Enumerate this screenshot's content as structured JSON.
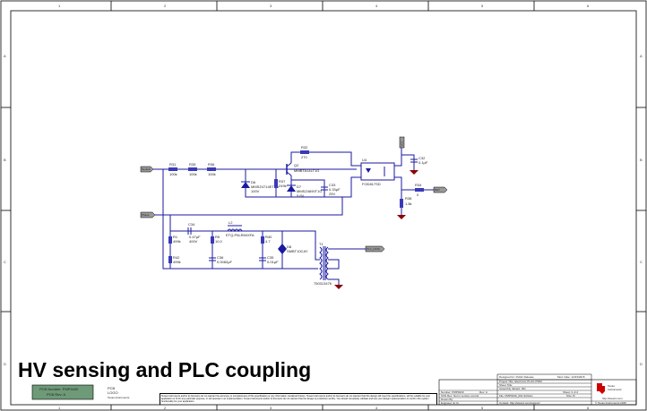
{
  "sheet": {
    "title": "HV sensing and PLC coupling",
    "columns": [
      "1",
      "2",
      "3",
      "4",
      "5",
      "6"
    ],
    "rows": [
      "A",
      "B",
      "C",
      "D"
    ],
    "pcb_number": "PCB Number: PMP9430",
    "pcb_rev": "PCB Rev: A",
    "logo_line1": "PCB",
    "logo_line2": "LOGO",
    "logo_line3": "Texas Instruments",
    "disclaimer": "Texas Instruments and/or its licensors do not warrant the accuracy or completeness of this specification or any information contained therein. Texas Instruments and/or its licensors do not warrant that this design will meet the specifications, will be suitable for your application or fit for any particular purpose, or will operate in an implementation. Texas Instruments and/or its licensors do not warrant that the design is production worthy. You should completely validate and test your design implementation to confirm the system functionality for your application.",
    "colors": {
      "wire": "#1a1aa0",
      "component": "#1a1aa0",
      "pcb_box": "#6e9a78",
      "ground": "#8b0000"
    }
  },
  "title_block": {
    "designed_for": "Designed for: Public Release",
    "mod_date": "Mod. Date: 12/23/2015",
    "project_title": "Project Title: Electronic PLUG PWM",
    "number": "Number: PMP9430",
    "rev": "Rev: A",
    "sheet_title": "Sheet Title:",
    "svn_rev": "SVN Rev: Not in version control",
    "assembly_variant": "Assembly Variant: 001",
    "sheet": "Sheet: 2 of 2",
    "drawn_by": "Drawn By:",
    "file": "File: PMP9430_001.SchDoc",
    "size": "Size: B",
    "engineer": "Engineer: E.Yu",
    "contact": "Contact: http://www.ti.com/support",
    "brand1": "Texas",
    "brand2": "Instruments",
    "url": "http://www.ti.com",
    "copyright": "© Texas Instruments 2015"
  },
  "nets": {
    "in_top": "Neutral",
    "in_bottom": "Phase",
    "plc_data": "PLC_DATA",
    "out": "DET",
    "vcc": "VCC"
  },
  "components": {
    "R31": {
      "ref": "R31",
      "value": "100k"
    },
    "R35": {
      "ref": "R35",
      "value": "100k"
    },
    "R36": {
      "ref": "R36",
      "value": "100k"
    },
    "R32": {
      "ref": "R32",
      "value": "270"
    },
    "Q2": {
      "ref": "Q2",
      "value": "MMBTA14LT1G"
    },
    "D6": {
      "ref": "D6",
      "value": "MMSZ4714ET1G",
      "extra": "100V"
    },
    "R37": {
      "ref": "R37",
      "value": "249k"
    },
    "D7": {
      "ref": "D7",
      "value": "MMSZ4690T1G",
      "extra": "5.6V"
    },
    "C33": {
      "ref": "C33",
      "value": "0.33µF",
      "extra": "25V"
    },
    "U4": {
      "ref": "U4",
      "value": "FOD817SD"
    },
    "C32": {
      "ref": "C32",
      "value": "0.1µF"
    },
    "R34": {
      "ref": "R34",
      "value": "0"
    },
    "R38": {
      "ref": "R38",
      "value": "1.8k"
    },
    "C34": {
      "ref": "C34",
      "value": "0.47µF",
      "extra": "400V"
    },
    "L2": {
      "ref": "L2",
      "value": "ETQ-P6LR60XFA"
    },
    "R1": {
      "ref": "R1",
      "value": "499k"
    },
    "R42": {
      "ref": "R42",
      "value": "499k"
    },
    "R5": {
      "ref": "R5",
      "value": "10.0"
    },
    "C36": {
      "ref": "C36",
      "value": "0.0082µF"
    },
    "R40": {
      "ref": "R40",
      "value": "4.7"
    },
    "C35": {
      "ref": "C35",
      "value": "0.01µF"
    },
    "D8": {
      "ref": "D8",
      "value": "SMBT10CAY"
    },
    "T1": {
      "ref": "T1",
      "value": "750313476"
    }
  }
}
